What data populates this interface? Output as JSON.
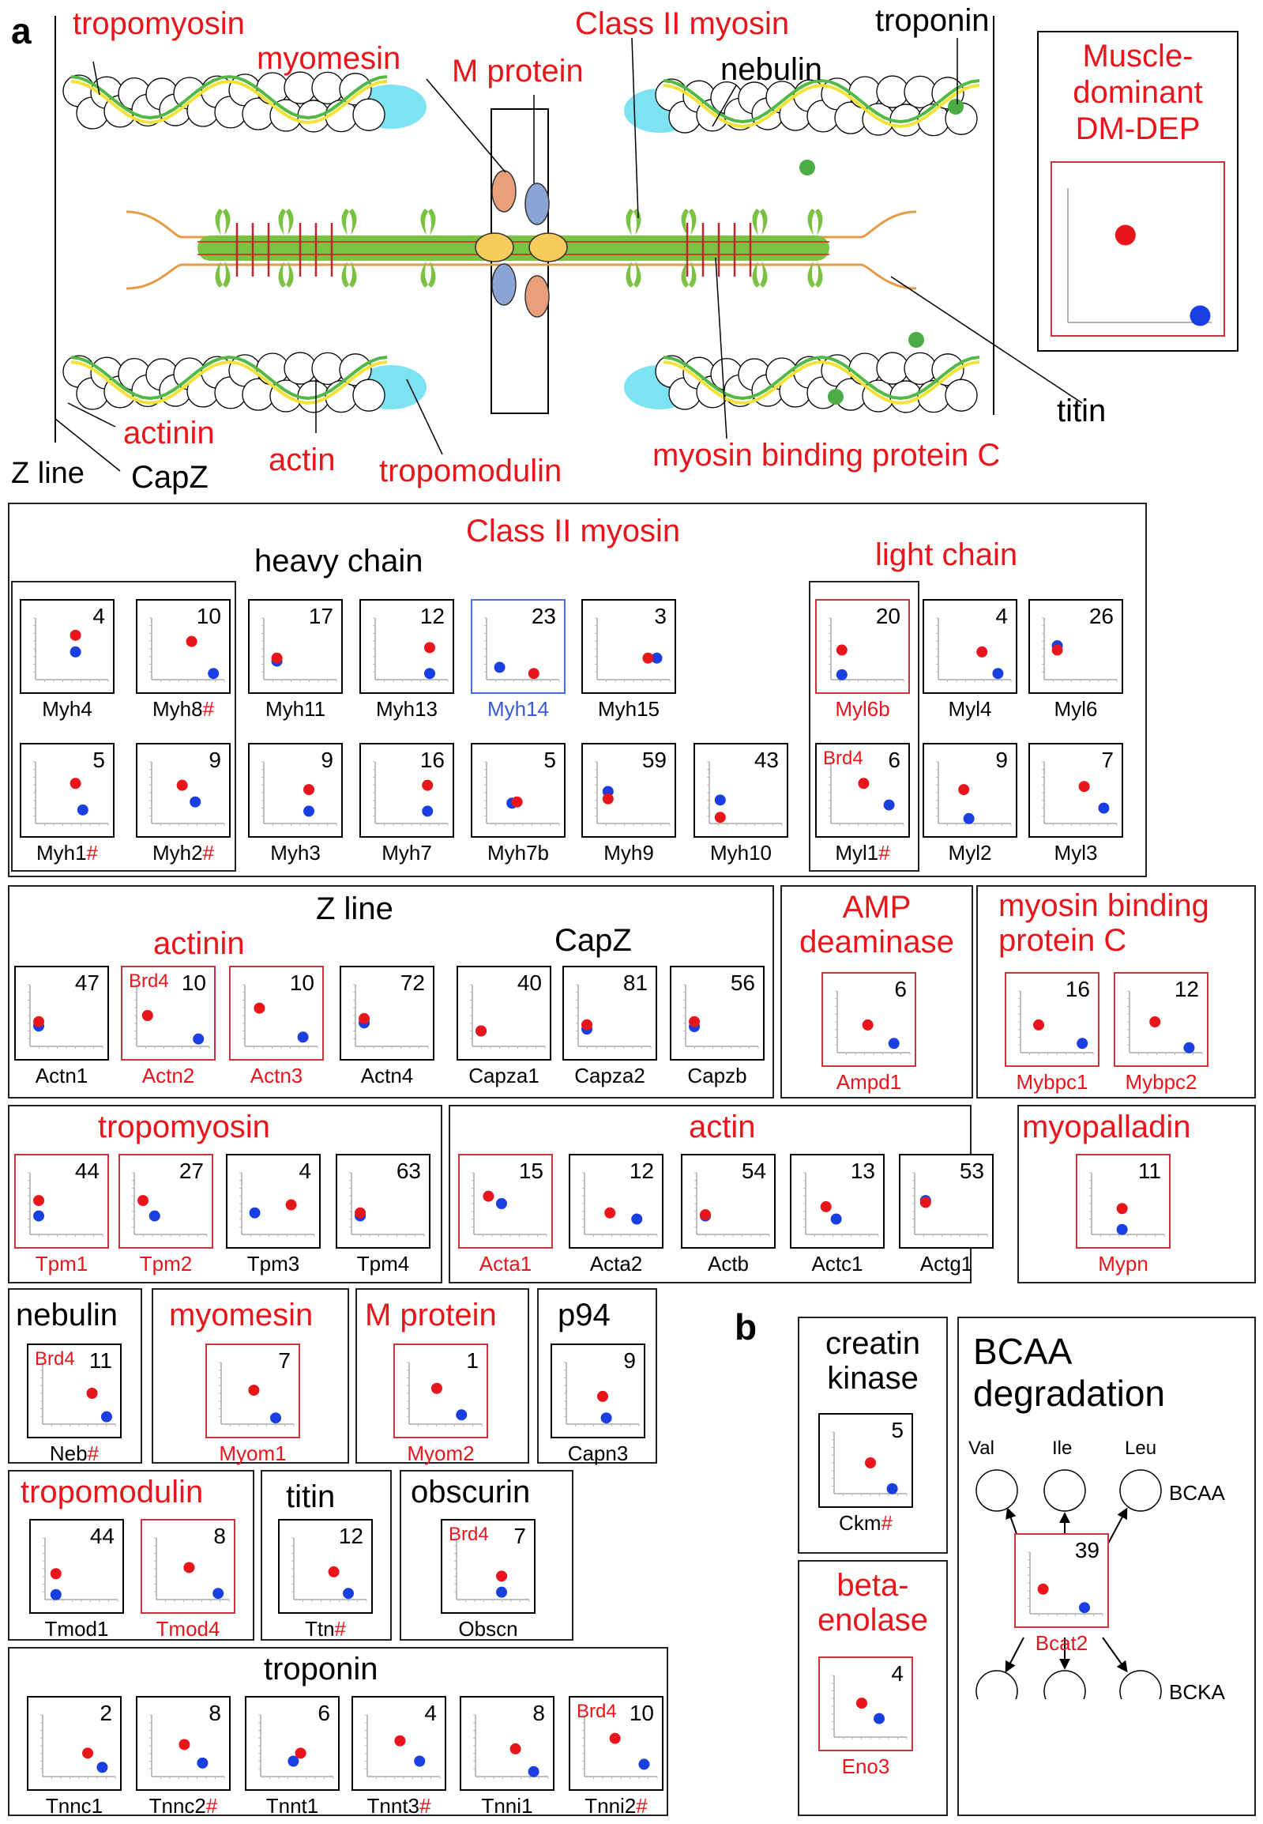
{
  "panel_labels": {
    "a": "a",
    "b": "b"
  },
  "top_diagram": {
    "labels": {
      "tropomyosin": "tropomyosin",
      "myomesin": "myomesin",
      "m_protein": "M protein",
      "class2_myosin": "Class II myosin",
      "troponin": "troponin",
      "nebulin": "nebulin",
      "actinin": "actinin",
      "actin": "actin",
      "tropomodulin": "tropomodulin",
      "mybpc": "myosin binding protein C",
      "titin": "titin",
      "z_line": "Z line",
      "capz": "CapZ"
    },
    "legend": {
      "title_l1": "Muscle-",
      "title_l2": "dominant",
      "title_l3": "DM-DEP",
      "dot_red_y": 0.65,
      "dot_red_x": 0.4,
      "dot_blue_y": 0.05,
      "dot_blue_x": 0.92
    }
  },
  "groups": {
    "class2_myosin": "Class II myosin",
    "heavy_chain": "heavy chain",
    "light_chain": "light chain",
    "z_line": "Z line",
    "actinin": "actinin",
    "capz": "CapZ",
    "ampd_l1": "AMP",
    "ampd_l2": "deaminase",
    "mybpc_l1": "myosin binding",
    "mybpc_l2": "protein C",
    "tropomyosin": "tropomyosin",
    "actin": "actin",
    "myopalladin": "myopalladin",
    "nebulin": "nebulin",
    "myomesin": "myomesin",
    "m_protein": "M protein",
    "p94": "p94",
    "tropomodulin": "tropomodulin",
    "titin": "titin",
    "obscurin": "obscurin",
    "troponin": "troponin",
    "creatin_l1": "creatin",
    "creatin_l2": "kinase",
    "enolase_l1": "beta-",
    "enolase_l2": "enolase",
    "bcaa_l1": "BCAA",
    "bcaa_l2": "degradation"
  },
  "bcaa": {
    "val": "Val",
    "ile": "Ile",
    "leu": "Leu",
    "bcaa": "BCAA",
    "bcka": "BCKA"
  },
  "genes": [
    {
      "id": "Myh4",
      "name": "Myh4",
      "hash": "",
      "count": "4",
      "brd4": "",
      "border": "black",
      "ncolor": "black",
      "red": [
        0.55,
        0.72
      ],
      "blue": [
        0.55,
        0.45
      ]
    },
    {
      "id": "Myh8",
      "name": "Myh8",
      "hash": "#",
      "count": "10",
      "brd4": "",
      "border": "black",
      "ncolor": "black",
      "red": [
        0.55,
        0.62
      ],
      "blue": [
        0.85,
        0.1
      ]
    },
    {
      "id": "Myh11",
      "name": "Myh11",
      "hash": "",
      "count": "17",
      "brd4": "",
      "border": "black",
      "ncolor": "black",
      "red": [
        0.18,
        0.35
      ],
      "blue": [
        0.18,
        0.3
      ]
    },
    {
      "id": "Myh13",
      "name": "Myh13",
      "hash": "",
      "count": "12",
      "brd4": "",
      "border": "black",
      "ncolor": "black",
      "red": [
        0.75,
        0.52
      ],
      "blue": [
        0.75,
        0.1
      ]
    },
    {
      "id": "Myh14",
      "name": "Myh14",
      "hash": "",
      "count": "23",
      "brd4": "",
      "border": "blue",
      "ncolor": "blue",
      "red": [
        0.65,
        0.1
      ],
      "blue": [
        0.18,
        0.2
      ]
    },
    {
      "id": "Myh15",
      "name": "Myh15",
      "hash": "",
      "count": "3",
      "brd4": "",
      "border": "black",
      "ncolor": "black",
      "red": [
        0.7,
        0.35
      ],
      "blue": [
        0.82,
        0.35
      ]
    },
    {
      "id": "Myh1",
      "name": "Myh1",
      "hash": "#",
      "count": "5",
      "brd4": "",
      "border": "black",
      "ncolor": "black",
      "red": [
        0.55,
        0.65
      ],
      "blue": [
        0.65,
        0.22
      ]
    },
    {
      "id": "Myh2",
      "name": "Myh2",
      "hash": "#",
      "count": "9",
      "brd4": "",
      "border": "black",
      "ncolor": "black",
      "red": [
        0.42,
        0.62
      ],
      "blue": [
        0.6,
        0.35
      ]
    },
    {
      "id": "Myh3",
      "name": "Myh3",
      "hash": "",
      "count": "9",
      "brd4": "",
      "border": "black",
      "ncolor": "black",
      "red": [
        0.62,
        0.55
      ],
      "blue": [
        0.62,
        0.2
      ]
    },
    {
      "id": "Myh7",
      "name": "Myh7",
      "hash": "",
      "count": "16",
      "brd4": "",
      "border": "black",
      "ncolor": "black",
      "red": [
        0.72,
        0.62
      ],
      "blue": [
        0.72,
        0.2
      ]
    },
    {
      "id": "Myh7b",
      "name": "Myh7b",
      "hash": "",
      "count": "5",
      "brd4": "",
      "border": "black",
      "ncolor": "black",
      "red": [
        0.42,
        0.35
      ],
      "blue": [
        0.35,
        0.33
      ]
    },
    {
      "id": "Myh9",
      "name": "Myh9",
      "hash": "",
      "count": "59",
      "brd4": "",
      "border": "black",
      "ncolor": "black",
      "red": [
        0.15,
        0.4
      ],
      "blue": [
        0.15,
        0.52
      ]
    },
    {
      "id": "Myh10",
      "name": "Myh10",
      "hash": "",
      "count": "43",
      "brd4": "",
      "border": "black",
      "ncolor": "black",
      "red": [
        0.15,
        0.1
      ],
      "blue": [
        0.15,
        0.38
      ]
    },
    {
      "id": "Myl6b",
      "name": "Myl6b",
      "hash": "",
      "count": "20",
      "brd4": "",
      "border": "red",
      "ncolor": "red",
      "red": [
        0.15,
        0.48
      ],
      "blue": [
        0.15,
        0.08
      ]
    },
    {
      "id": "Myl4",
      "name": "Myl4",
      "hash": "",
      "count": "4",
      "brd4": "",
      "border": "black",
      "ncolor": "black",
      "red": [
        0.6,
        0.45
      ],
      "blue": [
        0.82,
        0.1
      ]
    },
    {
      "id": "Myl6",
      "name": "Myl6",
      "hash": "",
      "count": "26",
      "brd4": "",
      "border": "black",
      "ncolor": "black",
      "red": [
        0.18,
        0.48
      ],
      "blue": [
        0.18,
        0.55
      ]
    },
    {
      "id": "Myl1",
      "name": "Myl1",
      "hash": "#",
      "count": "6",
      "brd4": "Brd4",
      "border": "black",
      "ncolor": "black",
      "red": [
        0.45,
        0.65
      ],
      "blue": [
        0.8,
        0.3
      ]
    },
    {
      "id": "Myl2",
      "name": "Myl2",
      "hash": "",
      "count": "9",
      "brd4": "",
      "border": "black",
      "ncolor": "black",
      "red": [
        0.35,
        0.55
      ],
      "blue": [
        0.42,
        0.08
      ]
    },
    {
      "id": "Myl3",
      "name": "Myl3",
      "hash": "",
      "count": "7",
      "brd4": "",
      "border": "black",
      "ncolor": "black",
      "red": [
        0.55,
        0.6
      ],
      "blue": [
        0.82,
        0.25
      ]
    },
    {
      "id": "Actn1",
      "name": "Actn1",
      "hash": "",
      "count": "47",
      "brd4": "",
      "border": "black",
      "ncolor": "black",
      "red": [
        0.12,
        0.4
      ],
      "blue": [
        0.12,
        0.33
      ]
    },
    {
      "id": "Actn2",
      "name": "Actn2",
      "hash": "",
      "count": "10",
      "brd4": "Brd4",
      "border": "red",
      "ncolor": "red",
      "red": [
        0.15,
        0.5
      ],
      "blue": [
        0.85,
        0.12
      ]
    },
    {
      "id": "Actn3",
      "name": "Actn3",
      "hash": "",
      "count": "10",
      "brd4": "",
      "border": "red",
      "ncolor": "red",
      "red": [
        0.2,
        0.62
      ],
      "blue": [
        0.8,
        0.15
      ]
    },
    {
      "id": "Actn4",
      "name": "Actn4",
      "hash": "",
      "count": "72",
      "brd4": "",
      "border": "black",
      "ncolor": "black",
      "red": [
        0.12,
        0.45
      ],
      "blue": [
        0.12,
        0.38
      ]
    },
    {
      "id": "Capza1",
      "name": "Capza1",
      "hash": "",
      "count": "40",
      "brd4": "",
      "border": "black",
      "ncolor": "black",
      "red": [
        0.12,
        0.25
      ],
      "blue": [
        0.12,
        0.25
      ]
    },
    {
      "id": "Capza2",
      "name": "Capza2",
      "hash": "",
      "count": "81",
      "brd4": "",
      "border": "black",
      "ncolor": "black",
      "red": [
        0.12,
        0.35
      ],
      "blue": [
        0.12,
        0.28
      ]
    },
    {
      "id": "Capzb",
      "name": "Capzb",
      "hash": "",
      "count": "56",
      "brd4": "",
      "border": "black",
      "ncolor": "black",
      "red": [
        0.12,
        0.4
      ],
      "blue": [
        0.12,
        0.32
      ]
    },
    {
      "id": "Ampd1",
      "name": "Ampd1",
      "hash": "",
      "count": "6",
      "brd4": "",
      "border": "red",
      "ncolor": "red",
      "red": [
        0.42,
        0.45
      ],
      "blue": [
        0.78,
        0.15
      ]
    },
    {
      "id": "Mybpc1",
      "name": "Mybpc1",
      "hash": "",
      "count": "16",
      "brd4": "",
      "border": "red",
      "ncolor": "red",
      "red": [
        0.25,
        0.45
      ],
      "blue": [
        0.85,
        0.15
      ]
    },
    {
      "id": "Mybpc2",
      "name": "Mybpc2",
      "hash": "",
      "count": "12",
      "brd4": "",
      "border": "red",
      "ncolor": "red",
      "red": [
        0.35,
        0.5
      ],
      "blue": [
        0.82,
        0.08
      ]
    },
    {
      "id": "Tpm1",
      "name": "Tpm1",
      "hash": "",
      "count": "44",
      "brd4": "",
      "border": "red",
      "ncolor": "red",
      "red": [
        0.12,
        0.55
      ],
      "blue": [
        0.12,
        0.3
      ]
    },
    {
      "id": "Tpm2",
      "name": "Tpm2",
      "hash": "",
      "count": "27",
      "brd4": "",
      "border": "red",
      "ncolor": "red",
      "red": [
        0.12,
        0.55
      ],
      "blue": [
        0.28,
        0.3
      ]
    },
    {
      "id": "Tpm3",
      "name": "Tpm3",
      "hash": "",
      "count": "4",
      "brd4": "",
      "border": "black",
      "ncolor": "black",
      "red": [
        0.68,
        0.48
      ],
      "blue": [
        0.18,
        0.35
      ]
    },
    {
      "id": "Tpm4",
      "name": "Tpm4",
      "hash": "",
      "count": "63",
      "brd4": "",
      "border": "black",
      "ncolor": "black",
      "red": [
        0.12,
        0.35
      ],
      "blue": [
        0.12,
        0.3
      ]
    },
    {
      "id": "Acta1",
      "name": "Acta1",
      "hash": "",
      "count": "15",
      "brd4": "",
      "border": "red",
      "ncolor": "red",
      "red": [
        0.2,
        0.62
      ],
      "blue": [
        0.38,
        0.5
      ]
    },
    {
      "id": "Acta2",
      "name": "Acta2",
      "hash": "",
      "count": "12",
      "brd4": "",
      "border": "black",
      "ncolor": "black",
      "red": [
        0.35,
        0.35
      ],
      "blue": [
        0.72,
        0.25
      ]
    },
    {
      "id": "Actb",
      "name": "Actb",
      "hash": "",
      "count": "54",
      "brd4": "",
      "border": "black",
      "ncolor": "black",
      "red": [
        0.12,
        0.32
      ],
      "blue": [
        0.12,
        0.3
      ]
    },
    {
      "id": "Actc1",
      "name": "Actc1",
      "hash": "",
      "count": "13",
      "brd4": "",
      "border": "black",
      "ncolor": "black",
      "red": [
        0.28,
        0.45
      ],
      "blue": [
        0.42,
        0.25
      ]
    },
    {
      "id": "Actg1",
      "name": "Actg1",
      "hash": "",
      "count": "53",
      "brd4": "",
      "border": "black",
      "ncolor": "black",
      "red": [
        0.15,
        0.52
      ],
      "blue": [
        0.15,
        0.55
      ]
    },
    {
      "id": "Mypn",
      "name": "Mypn",
      "hash": "",
      "count": "11",
      "brd4": "",
      "border": "red",
      "ncolor": "red",
      "red": [
        0.42,
        0.42
      ],
      "blue": [
        0.42,
        0.08
      ]
    },
    {
      "id": "Neb",
      "name": "Neb",
      "hash": "#",
      "count": "11",
      "brd4": "Brd4",
      "border": "black",
      "ncolor": "black",
      "red": [
        0.68,
        0.5
      ],
      "blue": [
        0.88,
        0.12
      ]
    },
    {
      "id": "Myom1",
      "name": "Myom1",
      "hash": "",
      "count": "7",
      "brd4": "",
      "border": "red",
      "ncolor": "red",
      "red": [
        0.45,
        0.55
      ],
      "blue": [
        0.75,
        0.1
      ]
    },
    {
      "id": "Myom2",
      "name": "Myom2",
      "hash": "",
      "count": "1",
      "brd4": "",
      "border": "red",
      "ncolor": "red",
      "red": [
        0.38,
        0.58
      ],
      "blue": [
        0.72,
        0.15
      ]
    },
    {
      "id": "Capn3",
      "name": "Capn3",
      "hash": "",
      "count": "9",
      "brd4": "",
      "border": "black",
      "ncolor": "black",
      "red": [
        0.5,
        0.45
      ],
      "blue": [
        0.55,
        0.1
      ]
    },
    {
      "id": "Tmod1",
      "name": "Tmod1",
      "hash": "",
      "count": "44",
      "brd4": "",
      "border": "black",
      "ncolor": "black",
      "red": [
        0.15,
        0.42
      ],
      "blue": [
        0.15,
        0.08
      ]
    },
    {
      "id": "Tmod4",
      "name": "Tmod4",
      "hash": "",
      "count": "8",
      "brd4": "",
      "border": "red",
      "ncolor": "red",
      "red": [
        0.45,
        0.52
      ],
      "blue": [
        0.85,
        0.1
      ]
    },
    {
      "id": "Ttn",
      "name": "Ttn",
      "hash": "#",
      "count": "12",
      "brd4": "",
      "border": "black",
      "ncolor": "black",
      "red": [
        0.55,
        0.45
      ],
      "blue": [
        0.75,
        0.1
      ]
    },
    {
      "id": "Obscn",
      "name": "Obscn",
      "hash": "",
      "count": "7",
      "brd4": "Brd4",
      "border": "black",
      "ncolor": "black",
      "red": [
        0.62,
        0.38
      ],
      "blue": [
        0.62,
        0.12
      ]
    },
    {
      "id": "Tnnc1",
      "name": "Tnnc1",
      "hash": "",
      "count": "2",
      "brd4": "",
      "border": "black",
      "ncolor": "black",
      "red": [
        0.62,
        0.38
      ],
      "blue": [
        0.82,
        0.15
      ]
    },
    {
      "id": "Tnnc2",
      "name": "Tnnc2",
      "hash": "#",
      "count": "8",
      "brd4": "",
      "border": "black",
      "ncolor": "black",
      "red": [
        0.45,
        0.52
      ],
      "blue": [
        0.7,
        0.22
      ]
    },
    {
      "id": "Tnnt1",
      "name": "Tnnt1",
      "hash": "",
      "count": "6",
      "brd4": "",
      "border": "black",
      "ncolor": "black",
      "red": [
        0.55,
        0.38
      ],
      "blue": [
        0.45,
        0.25
      ]
    },
    {
      "id": "Tnnt3",
      "name": "Tnnt3",
      "hash": "#",
      "count": "4",
      "brd4": "",
      "border": "black",
      "ncolor": "black",
      "red": [
        0.45,
        0.58
      ],
      "blue": [
        0.72,
        0.25
      ]
    },
    {
      "id": "Tnni1",
      "name": "Tnni1",
      "hash": "",
      "count": "8",
      "brd4": "",
      "border": "black",
      "ncolor": "black",
      "red": [
        0.55,
        0.45
      ],
      "blue": [
        0.8,
        0.08
      ]
    },
    {
      "id": "Tnni2",
      "name": "Tnni2",
      "hash": "#",
      "count": "10",
      "brd4": "Brd4",
      "border": "black",
      "ncolor": "black",
      "red": [
        0.42,
        0.62
      ],
      "blue": [
        0.82,
        0.2
      ]
    },
    {
      "id": "Ckm",
      "name": "Ckm",
      "hash": "#",
      "count": "5",
      "brd4": "",
      "border": "black",
      "ncolor": "black",
      "red": [
        0.5,
        0.5
      ],
      "blue": [
        0.8,
        0.08
      ]
    },
    {
      "id": "Eno3",
      "name": "Eno3",
      "hash": "",
      "count": "4",
      "brd4": "",
      "border": "red",
      "ncolor": "red",
      "red": [
        0.38,
        0.55
      ],
      "blue": [
        0.62,
        0.3
      ]
    },
    {
      "id": "Bcat2",
      "name": "Bcat2",
      "hash": "",
      "count": "39",
      "brd4": "",
      "border": "red",
      "ncolor": "red",
      "red": [
        0.18,
        0.4
      ],
      "blue": [
        0.75,
        0.1
      ]
    }
  ]
}
